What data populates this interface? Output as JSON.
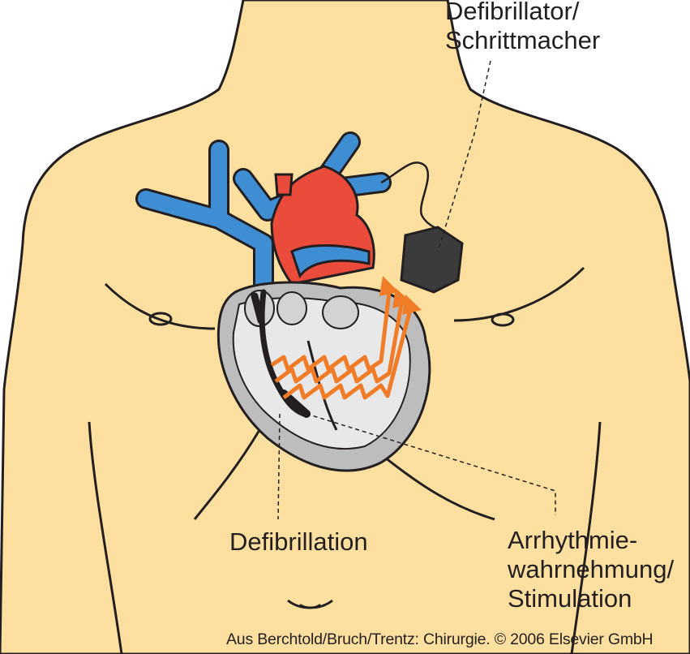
{
  "labels": {
    "device": [
      "Defibrillator/",
      "Schrittmacher"
    ],
    "defibrillation": "Defibrillation",
    "arrhythmia": [
      "Arrhythmie-",
      "wahrnehmung/",
      "Stimulation"
    ]
  },
  "credit": "Aus Berchtold/Bruch/Trentz: Chirurgie. © 2006 Elsevier GmbH",
  "colors": {
    "skin": "#fde0a0",
    "outline": "#231f20",
    "vein_blue": "#3f8ed4",
    "heart_red": "#ea4b3a",
    "shock_orange": "#f07c27",
    "heart_gray": "#bdbdbd",
    "device_gray": "#3b3b3b"
  }
}
